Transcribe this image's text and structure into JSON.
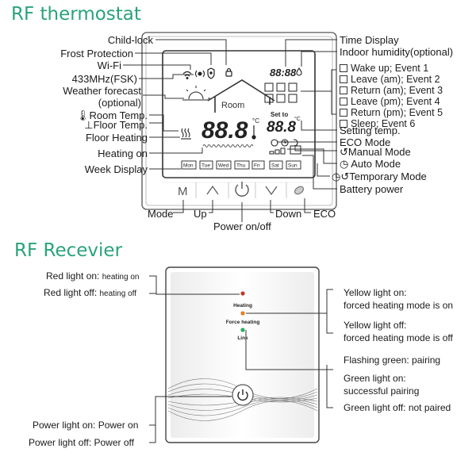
{
  "thermostat": {
    "title": "RF thermostat",
    "left_labels": {
      "child_lock": "Child-lock",
      "frost": "Frost Protection",
      "wifi": "Wi-Fi",
      "rf433": "433MHz(FSK)",
      "weather": "Weather forecast\n(optional)",
      "room_temp": "Room Temp.",
      "floor_temp": "Floor Temp.",
      "floor_heating": "Floor Heating",
      "heating_on": "Heating on",
      "week": "Week Display"
    },
    "right_labels": {
      "time_display": "Time Display",
      "humidity": "Indoor humidity(optional)",
      "event1": "Wake up; Event 1",
      "event2": "Leave (am); Event 2",
      "event3": "Return (am); Event 3",
      "event4": "Leave (pm); Event 4",
      "event5": "Return (pm); Event 5",
      "event6": "Sleep; Event 6",
      "setting_temp": "Setting temp.",
      "eco_mode": "ECO Mode",
      "manual_mode": "Manual Mode",
      "auto_mode": "Auto Mode",
      "temporary_mode": "Temporary Mode",
      "battery": "Battery power"
    },
    "bottom_labels": {
      "mode": "Mode",
      "up": "Up",
      "power": "Power on/off",
      "down": "Down",
      "eco": "ECO"
    },
    "screen": {
      "time": "88:88",
      "room": "Room",
      "main_temp": "88.8",
      "set_to": "Set to",
      "set_temp": "88.8",
      "unit": "°C",
      "days": [
        "Mon",
        "Tue",
        "Wed",
        "Thu",
        "Fri",
        "Sat",
        "Sun"
      ]
    },
    "buttons": {
      "mode_symbol": "M"
    }
  },
  "receiver": {
    "title": "RF Recevier",
    "device": {
      "heating": "Heating",
      "force_heating": "Force heating",
      "link": "Link"
    },
    "left": {
      "red_on_a": "Red light on:",
      "red_on_b": "heating on",
      "red_off_a": "Red light off:",
      "red_off_b": "heating off",
      "power_on": "Power light on: Power on",
      "power_off": "Power light off: Power off"
    },
    "right": {
      "yellow_on_a": "Yellow light on:",
      "yellow_on_b": "forced heating mode is on",
      "yellow_off_a": "Yellow light off:",
      "yellow_off_b": "forced heating mode is off",
      "flashing_green": "Flashing green: pairing",
      "green_on_a": "Green light on:",
      "green_on_b": "successful pairing",
      "green_off": "Green light off: not paired"
    }
  },
  "colors": {
    "title_green": "#2aa37a",
    "red_led": "#c0392b",
    "yellow_led": "#e67e22",
    "green_led": "#27ae60"
  }
}
